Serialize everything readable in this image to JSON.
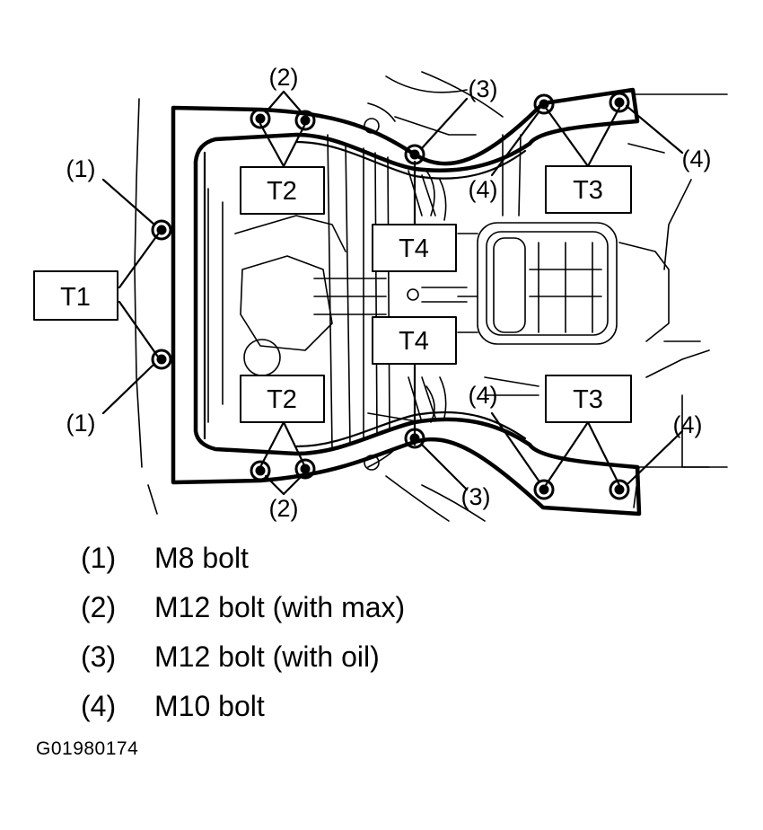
{
  "torque_labels": {
    "t1": "T1",
    "t2_upper": "T2",
    "t2_lower": "T2",
    "t3_upper": "T3",
    "t3_lower": "T3",
    "t4_upper": "T4",
    "t4_lower": "T4"
  },
  "callouts": {
    "c1_upper": "(1)",
    "c1_lower": "(1)",
    "c2_upper": "(2)",
    "c2_lower": "(2)",
    "c3_upper": "(3)",
    "c3_lower": "(3)",
    "c4_inner_upper": "(4)",
    "c4_outer_upper": "(4)",
    "c4_inner_lower": "(4)",
    "c4_outer_lower": "(4)"
  },
  "legend": [
    {
      "num": "(1)",
      "text": "M8 bolt"
    },
    {
      "num": "(2)",
      "text": "M12 bolt (with max)"
    },
    {
      "num": "(3)",
      "text": "M12 bolt (with oil)"
    },
    {
      "num": "(4)",
      "text": "M10 bolt"
    }
  ],
  "figure_id": "G01980174"
}
